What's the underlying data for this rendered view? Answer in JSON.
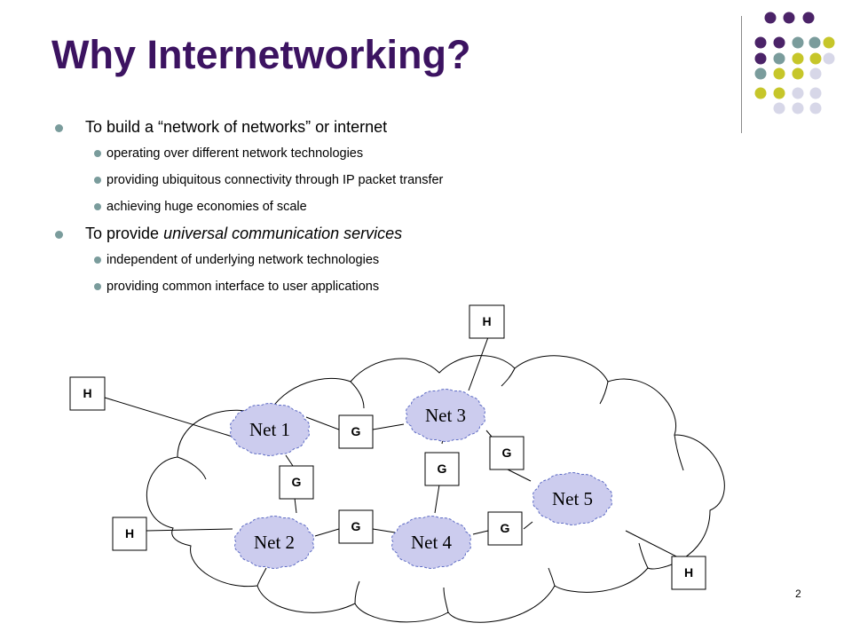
{
  "slide": {
    "title": "Why Internetworking?",
    "page_number": "2",
    "colors": {
      "title": "#3c1361",
      "bullet": "#7a9c9c",
      "dot_purple": "#4b2368",
      "dot_teal": "#7a9c9c",
      "dot_lime": "#c6c62a",
      "dot_lavender": "#d7d7e8"
    }
  },
  "bullets": [
    {
      "level": 1,
      "text": "To build a “network of networks” or internet"
    },
    {
      "level": 2,
      "text": "operating over different network technologies"
    },
    {
      "level": 2,
      "text": "providing ubiquitous connectivity through IP packet transfer"
    },
    {
      "level": 2,
      "text": "achieving huge economies of scale"
    },
    {
      "level": 1,
      "text_before": "To provide ",
      "text_italic": "universal communication services"
    },
    {
      "level": 2,
      "text": "independent of underlying network technologies"
    },
    {
      "level": 2,
      "text": "providing common interface to user applications"
    }
  ],
  "diagram": {
    "host_label": "H",
    "gateway_label": "G",
    "networks": [
      "Net 1",
      "Net 2",
      "Net 3",
      "Net 4",
      "Net 5"
    ],
    "cloud_fill": "#ccccee",
    "cloud_stroke": "#5d6bc4"
  }
}
